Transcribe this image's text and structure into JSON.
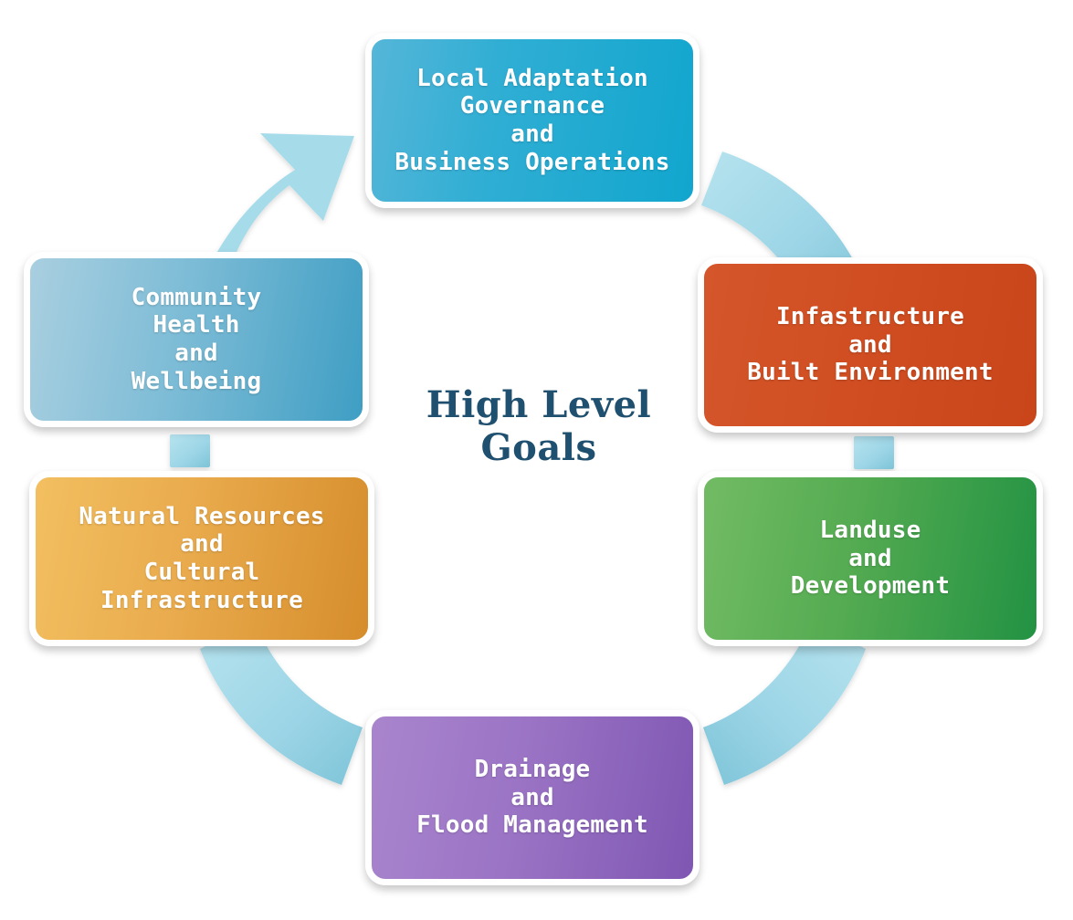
{
  "diagram": {
    "kind": "cycle-diagram",
    "center_title": "High Level\nGoals",
    "center_title_color": "#1f5070",
    "background_color": "#ffffff",
    "connector_color": "#a6dcea",
    "arrow_color": "#a6dcea",
    "arrow_name": "cycle-arrow-up-right",
    "nodes": [
      {
        "id": "local-adaptation",
        "position": "top",
        "label": "Local Adaptation\nGovernance\nand\nBusiness Operations",
        "color": "#30aed4",
        "color_start": "#55b6d8",
        "color_end": "#11a6ce",
        "text_color": "#ffffff"
      },
      {
        "id": "infrastructure",
        "position": "right-upper",
        "label": "Infastructure\nand\nBuilt Environment",
        "color": "#d04e22",
        "color_start": "#d4562a",
        "color_end": "#c9451a",
        "text_color": "#ffffff"
      },
      {
        "id": "landuse",
        "position": "right-lower",
        "label": "Landuse\nand\nDevelopment",
        "color": "#54ab51",
        "color_start": "#72bb64",
        "color_end": "#229243",
        "text_color": "#ffffff"
      },
      {
        "id": "drainage",
        "position": "bottom",
        "label": "Drainage\nand\nFlood Management",
        "color": "#9b74c5",
        "color_start": "#a985cd",
        "color_end": "#7f57b3",
        "text_color": "#ffffff"
      },
      {
        "id": "natural-resources",
        "position": "left-lower",
        "label": "Natural Resources\nand\nCultural\nInfrastructure",
        "color": "#e9ab4d",
        "color_start": "#f2bf60",
        "color_end": "#d68d2c",
        "text_color": "#ffffff"
      },
      {
        "id": "community-health",
        "position": "left-upper",
        "label": "Community\nHealth\nand\nWellbeing",
        "color": "#7dbcd6",
        "color_start": "#a9cfe0",
        "color_end": "#3f9ec4",
        "text_color": "#ffffff"
      }
    ],
    "connectors": [
      {
        "id": "arc-top-right",
        "from": "local-adaptation",
        "to": "infrastructure",
        "shape": "arc"
      },
      {
        "id": "stub-right",
        "from": "infrastructure",
        "to": "landuse",
        "shape": "straight"
      },
      {
        "id": "arc-bottom-right",
        "from": "landuse",
        "to": "drainage",
        "shape": "arc"
      },
      {
        "id": "arc-bottom-left",
        "from": "drainage",
        "to": "natural-resources",
        "shape": "arc"
      },
      {
        "id": "stub-left",
        "from": "natural-resources",
        "to": "community-health",
        "shape": "straight"
      },
      {
        "id": "arc-top-left",
        "from": "community-health",
        "to": "local-adaptation",
        "shape": "arrow"
      }
    ]
  }
}
